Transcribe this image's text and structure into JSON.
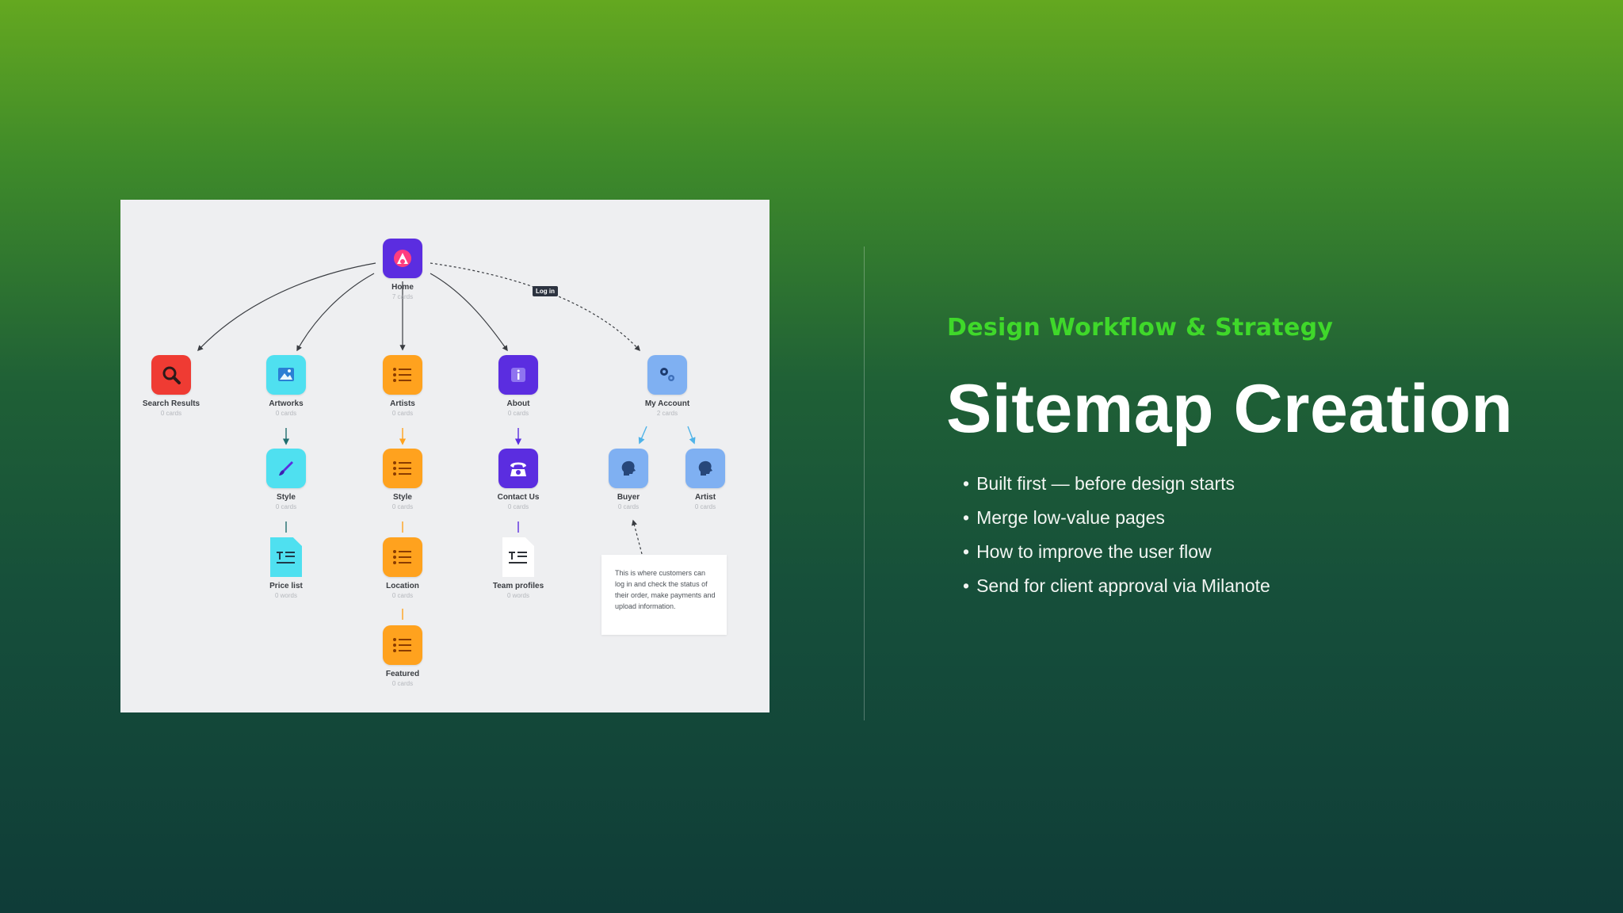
{
  "slide": {
    "eyebrow": "Design Workflow & Strategy",
    "title": "Sitemap Creation",
    "bullets": [
      "Built first — before design starts",
      "Merge low-value pages",
      "How to improve the user flow",
      "Send for client approval via Milanote"
    ]
  },
  "sitemap": {
    "login_tag": "Log in",
    "note": "This is where customers can log in and check the status of their order, make payments and upload information.",
    "nodes": [
      {
        "label": "Home",
        "sub": "7 cards",
        "icon": "home-logo-icon",
        "color": "#5b2de0"
      },
      {
        "label": "Search Results",
        "sub": "0 cards",
        "icon": "search-icon",
        "color": "#ef3b33"
      },
      {
        "label": "Artworks",
        "sub": "0 cards",
        "icon": "image-icon",
        "color": "#4fe0f0"
      },
      {
        "label": "Artists",
        "sub": "0 cards",
        "icon": "list-icon",
        "color": "#ffa21e"
      },
      {
        "label": "About",
        "sub": "0 cards",
        "icon": "info-icon",
        "color": "#5b2de0"
      },
      {
        "label": "My Account",
        "sub": "2 cards",
        "icon": "gears-icon",
        "color": "#7fb0f2"
      },
      {
        "label": "Style",
        "sub": "0 cards",
        "icon": "brush-icon",
        "color": "#4fe0f0"
      },
      {
        "label": "Style",
        "sub": "0 cards",
        "icon": "list-icon",
        "color": "#ffa21e"
      },
      {
        "label": "Contact Us",
        "sub": "0 cards",
        "icon": "phone-icon",
        "color": "#5b2de0"
      },
      {
        "label": "Buyer",
        "sub": "0 cards",
        "icon": "head-icon",
        "color": "#7fb0f2"
      },
      {
        "label": "Artist",
        "sub": "0 cards",
        "icon": "head-icon",
        "color": "#7fb0f2"
      },
      {
        "label": "Price list",
        "sub": "0 words",
        "icon": "document-icon",
        "color": "#4fe0f0"
      },
      {
        "label": "Location",
        "sub": "0 cards",
        "icon": "list-icon",
        "color": "#ffa21e"
      },
      {
        "label": "Team profiles",
        "sub": "0 words",
        "icon": "document-icon",
        "color": "#ffffff"
      },
      {
        "label": "Featured",
        "sub": "0 cards",
        "icon": "list-icon",
        "color": "#ffa21e"
      }
    ]
  }
}
